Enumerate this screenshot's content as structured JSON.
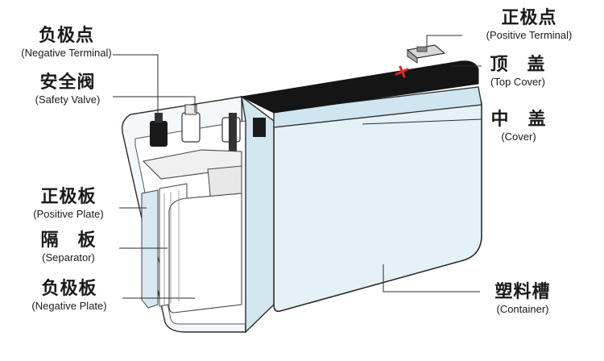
{
  "labels": {
    "negative_terminal": {
      "zh": "负极点",
      "en": "(Negative Terminal)"
    },
    "safety_valve": {
      "zh": "安全阀",
      "en": "(Safety Valve)"
    },
    "positive_plate": {
      "zh": "正极板",
      "en": "(Positive Plate)"
    },
    "separator": {
      "zh": "隔　板",
      "en": "(Separator)"
    },
    "negative_plate": {
      "zh": "负极板",
      "en": "(Negative Plate)"
    },
    "positive_terminal": {
      "zh": "正极点",
      "en": "(Positive Terminal)"
    },
    "top_cover": {
      "zh": "顶　盖",
      "en": "(Top Cover)"
    },
    "cover": {
      "zh": "中　盖",
      "en": "(Cover)"
    },
    "container": {
      "zh": "塑料槽",
      "en": "(Container)"
    }
  },
  "colors": {
    "case_fill": "#e4f1f7",
    "case_stroke": "#2b2b2b",
    "top_cover_fill": "#151515",
    "terminal_fill": "#cfcfcf",
    "accent_mark": "#d9262b",
    "leader_line": "#2b2b2b"
  }
}
